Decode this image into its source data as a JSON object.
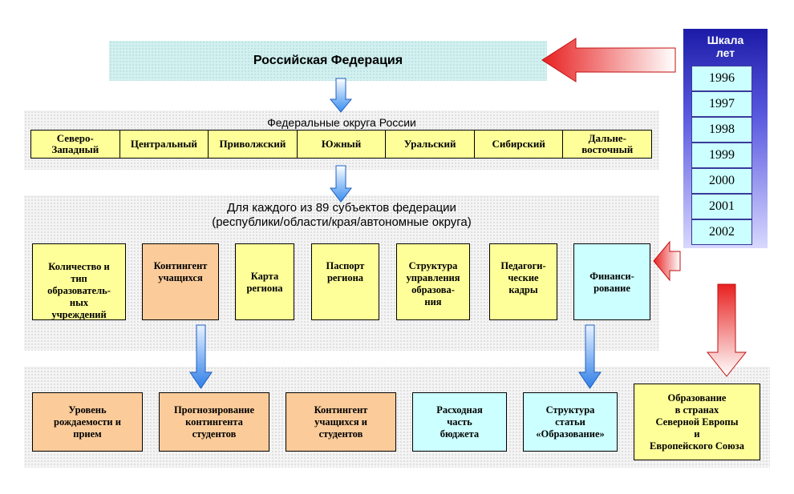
{
  "top": {
    "title": "Российская Федерация"
  },
  "districts": {
    "title": "Федеральные округа России",
    "items": [
      "Северо-\nЗападный",
      "Центральный",
      "Приволжский",
      "Южный",
      "Уральский",
      "Сибирский",
      "Дальне-\nвосточный"
    ]
  },
  "subjects": {
    "title": "Для каждого из 89 субъектов федерации",
    "subtitle": "(республики/области/края/автономные округа)",
    "boxes": [
      {
        "label": "Количество и\nтип\nобразователь-\nных\nучреждений",
        "color": "#ffff99"
      },
      {
        "label": "Контингент\nучащихся",
        "color": "#fbcc9a"
      },
      {
        "label": "Карта\nрегиона",
        "color": "#ffff99"
      },
      {
        "label": "Паспорт\nрегиона",
        "color": "#ffff99"
      },
      {
        "label": "Структура\nуправления\nобразова-\nния",
        "color": "#ffff99"
      },
      {
        "label": "Педагоги-\nческие\nкадры",
        "color": "#ffff99"
      },
      {
        "label": "Финанси-\nрование",
        "color": "#ccffff"
      }
    ]
  },
  "outputs": {
    "boxes": [
      {
        "label": "Уровень\nрождаемости и\nприем",
        "color": "#fbcc9a"
      },
      {
        "label": "Прогнозирование\nконтингента\nстудентов",
        "color": "#fbcc9a"
      },
      {
        "label": "Контингент\nучащихся и\nстудентов",
        "color": "#fbcc9a"
      },
      {
        "label": "Расходная\nчасть\nбюджета",
        "color": "#ccffff"
      },
      {
        "label": "Структура\nстатьи\n«Образование»",
        "color": "#ccffff"
      }
    ]
  },
  "international": {
    "label": "Образование\nв странах\nСеверной Европы\nи\nЕвропейского Союза"
  },
  "scale": {
    "title": "Шкала\nлет",
    "years": [
      "1996",
      "1997",
      "1998",
      "1999",
      "2000",
      "2001",
      "2002"
    ]
  },
  "colors": {
    "red_arrow": "#e82020",
    "blue_arrow": "#3a8ef0"
  }
}
